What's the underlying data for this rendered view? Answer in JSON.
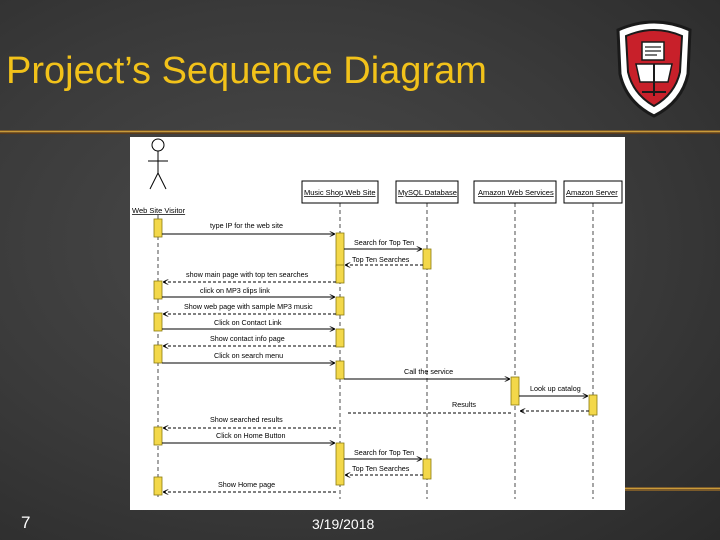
{
  "slide": {
    "title": "Project’s Sequence Diagram",
    "number": "7",
    "date": "3/19/2018"
  },
  "colors": {
    "title": "#f2c21a",
    "activation": "#f3d84a",
    "shield_red": "#c8202a"
  },
  "logo": {
    "icon": "shield-crest-icon"
  },
  "diagram": {
    "actor": "Web Site Visitor",
    "lifelines": [
      "Music Shop Web Site",
      "MySQL Database",
      "Amazon Web Services",
      "Amazon Server"
    ],
    "messages": [
      "type IP for the web site",
      "Search for Top Ten",
      "Top Ten Searches",
      "show main page with top ten searches",
      "click on MP3 clips link",
      "Show web page with sample MP3 music",
      "Click on Contact Link",
      "Show contact info page",
      "Click on search menu",
      "Call the service",
      "Look up catalog",
      "Results",
      "Show searched results",
      "Click on Home Button",
      "Search for Top Ten",
      "Top Ten Searches",
      "Show Home page"
    ]
  }
}
